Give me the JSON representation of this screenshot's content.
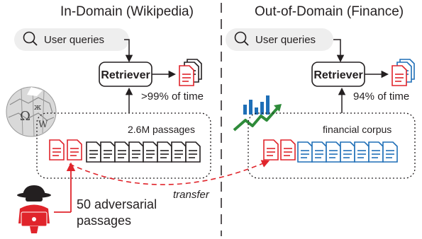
{
  "left": {
    "title": "In-Domain (Wikipedia)",
    "query_label": "User queries",
    "retriever_label": "Retriever",
    "stat": ">99% of time",
    "corpus_label": "2.6M passages"
  },
  "right": {
    "title": "Out-of-Domain (Finance)",
    "query_label": "User queries",
    "retriever_label": "Retriever",
    "stat": "94% of time",
    "corpus_label": "financial corpus"
  },
  "attack": {
    "adversarial_line1": "50 adversarial",
    "adversarial_line2": "passages",
    "transfer_label": "transfer"
  },
  "icons": {
    "search": "magnifier-icon",
    "wikipedia": "wikipedia-globe-icon",
    "finance": "finance-chart-icon",
    "hacker": "hacker-icon",
    "document": "document-icon"
  },
  "colors": {
    "adversarial": "#e0242b",
    "wiki_doc": "#231f20",
    "finance_doc": "#1f6fb7",
    "finance_arrow": "#2e8b3a"
  }
}
